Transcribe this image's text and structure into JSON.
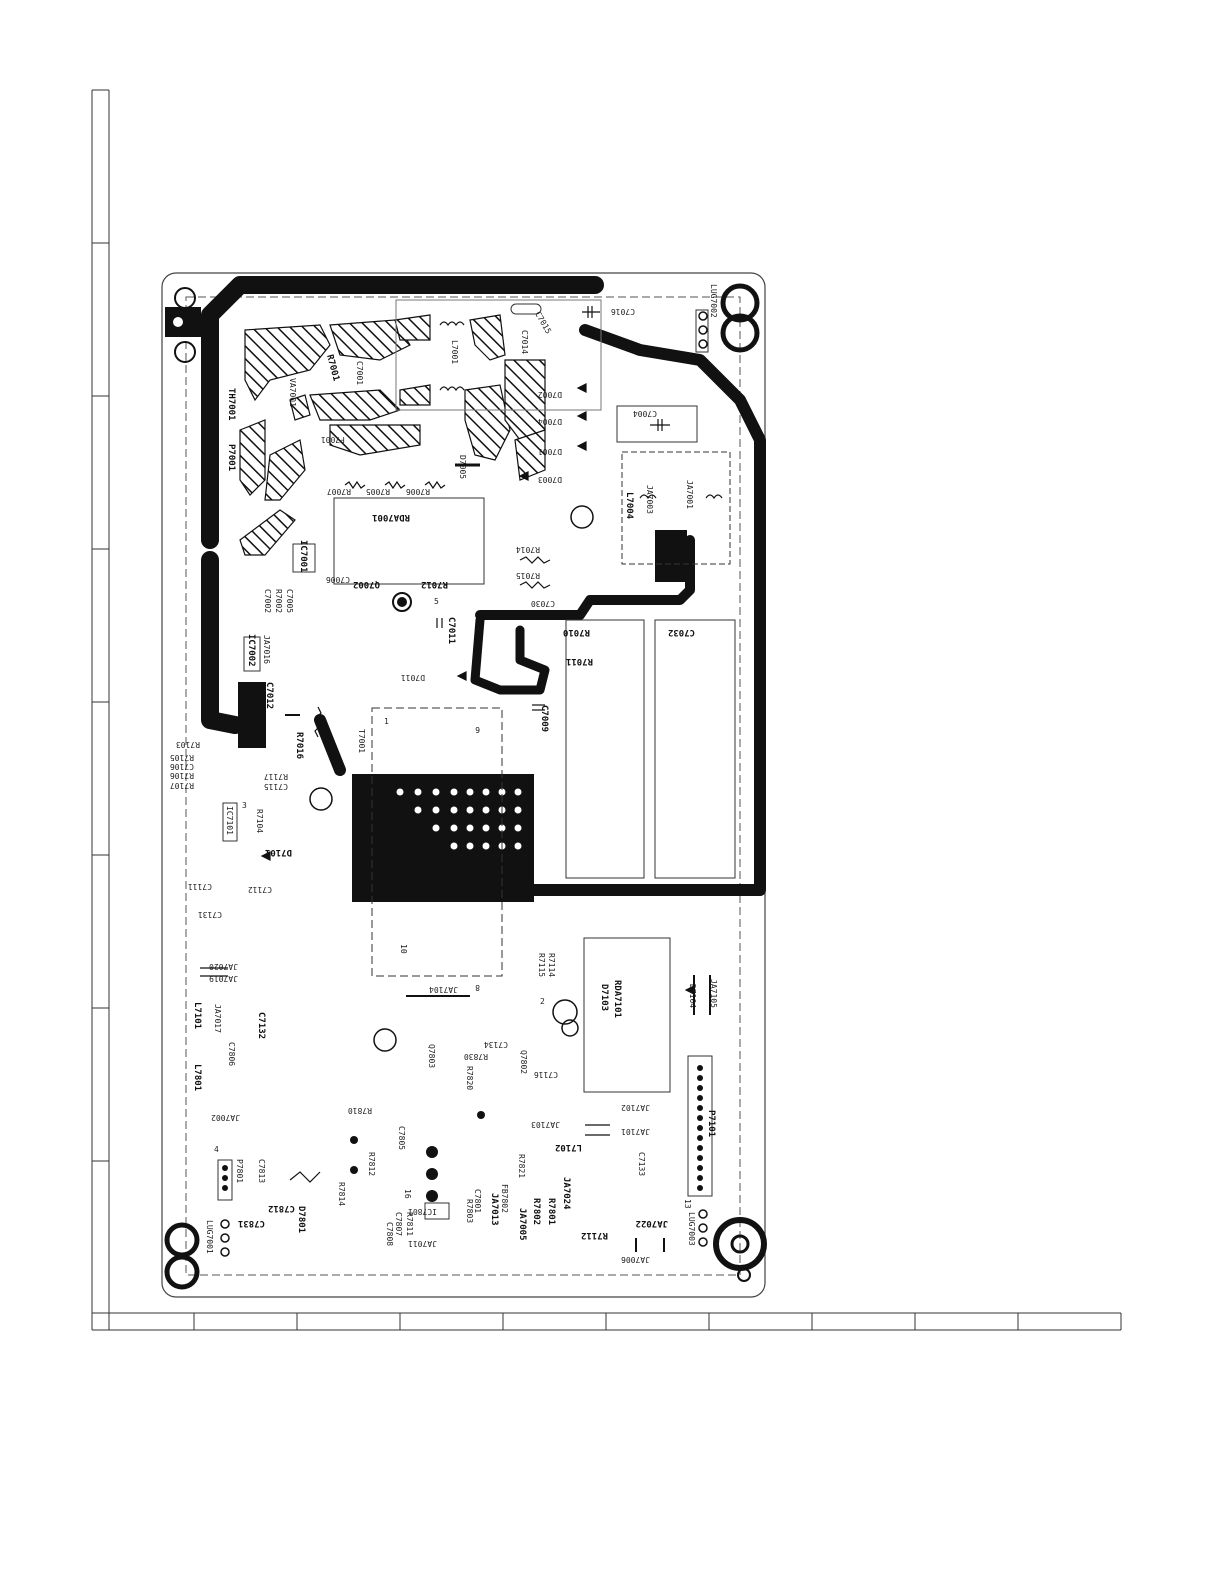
{
  "labels": {
    "C7016": "C7016",
    "LUG7002": "LUG7002",
    "C7015": "C7015",
    "C7014": "C7014",
    "L7001": "L7001",
    "R7001": "R7001",
    "VA7001": "VA7001",
    "C7001": "C7001",
    "TH7001": "TH7001",
    "P7001": "P7001",
    "F7001": "F7001",
    "D7002": "D7002",
    "D7004": "D7004",
    "D7001": "D7001",
    "D7003": "D7003",
    "D7005": "D7005",
    "C7004": "C7004",
    "JA7001": "JA7001",
    "JA7003": "JA7003",
    "L7004": "L7004",
    "R7007": "R7007",
    "R7005": "R7005",
    "R7006": "R7006",
    "RDA7001": "RDA7001",
    "R7014": "R7014",
    "R7015": "R7015",
    "IC7001": "IC7001",
    "Q7002": "Q7002",
    "R7012": "R7012",
    "C7006": "C7006",
    "C7002": "C7002",
    "R7002": "R7002",
    "C7005": "C7005",
    "C7030": "C7030",
    "C7011": "C7011",
    "R7010": "R7010",
    "C7032": "C7032",
    "R7011": "R7011",
    "IC7002": "IC7002",
    "JA7016": "JA7016",
    "C7012": "C7012",
    "D7011": "D7011",
    "C7009": "C7009",
    "R7016": "R7016",
    "T7001": "T7001",
    "R7103": "R7103",
    "R7105": "R7105",
    "C7106": "C7106",
    "R7106": "R7106",
    "R7107": "R7107",
    "C7115": "C7115",
    "R7117": "R7117",
    "IC7101": "IC7101",
    "R7104": "R7104",
    "D7101": "D7101",
    "C7111": "C7111",
    "C7112": "C7112",
    "C7131": "C7131",
    "JA7020": "JA7020",
    "JA7019": "JA7019",
    "L7101": "L7101",
    "JA7017": "JA7017",
    "C7132": "C7132",
    "C7806": "C7806",
    "L7801": "L7801",
    "JA7104": "JA7104",
    "RDA7101": "RDA7101",
    "D7103": "D7103",
    "R7115": "R7115",
    "R7114": "R7114",
    "D7104": "D7104",
    "JA7105": "JA7105",
    "C7134": "C7134",
    "Q7802": "Q7802",
    "C7116": "C7116",
    "R7830": "R7830",
    "Q7803": "Q7803",
    "R7820": "R7820",
    "R7810": "R7810",
    "JA7002": "JA7002",
    "JA7102": "JA7102",
    "JA7101": "JA7101",
    "P7101": "P7101",
    "JA7103": "JA7103",
    "L7102": "L7102",
    "C7133": "C7133",
    "C7813": "C7813",
    "P7801": "P7801",
    "D7801": "D7801",
    "R7812": "R7812",
    "R7814": "R7814",
    "C7812": "C7812",
    "C7831": "C7831",
    "LUG7001": "LUG7001",
    "IC7801": "IC7801",
    "JA7011": "JA7011",
    "FB7802": "FB7802",
    "JA7013": "JA7013",
    "JA7005": "JA7005",
    "R7802": "R7802",
    "R7801": "R7801",
    "JA7024": "JA7024",
    "R7112": "R7112",
    "JA7022": "JA7022",
    "LUG7003": "LUG7003",
    "JA7006": "JA7006",
    "R7821": "R7821",
    "C7805": "C7805",
    "C7807": "C7807",
    "C7808": "C7808",
    "R7811": "R7811",
    "R7803": "R7803",
    "C7801": "C7801"
  },
  "pins": {
    "p1": "1",
    "p2": "2",
    "p3": "3",
    "p4": "4",
    "p5": "5",
    "p6": "6",
    "p8": "8",
    "p10": "10",
    "p13": "13",
    "p16": "16"
  }
}
